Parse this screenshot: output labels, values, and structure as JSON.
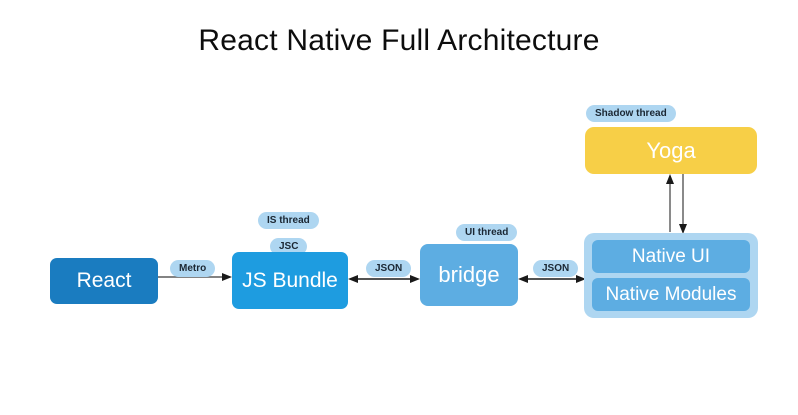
{
  "page": {
    "title": "React Native Full Architecture",
    "background": "#ffffff"
  },
  "colors": {
    "react_blue": "#1a7cc0",
    "jsbundle_blue": "#1e9ce0",
    "bridge_blue": "#5dade2",
    "yoga_yellow": "#f7cf47",
    "native_container_blue": "#aed6f1",
    "pill_blue": "#aed6f1",
    "arrow_gray": "#5a5a5a",
    "text_dark": "#0d0d0d",
    "text_light": "#ffffff"
  },
  "nodes": {
    "react": {
      "label": "React"
    },
    "js_bundle": {
      "label": "JS Bundle"
    },
    "bridge": {
      "label": "bridge"
    },
    "yoga": {
      "label": "Yoga"
    },
    "native": {
      "items": [
        {
          "label": "Native UI"
        },
        {
          "label": "Native Modules"
        }
      ]
    }
  },
  "labels": {
    "metro": "Metro",
    "is_thread": "IS thread",
    "jsc": "JSC",
    "ui_thread": "UI thread",
    "json_left": "JSON",
    "json_right": "JSON",
    "shadow_thread": "Shadow thread"
  },
  "connections": [
    {
      "name": "react-to-jsbundle",
      "from": "React",
      "to": "JS Bundle",
      "label": "Metro",
      "direction": "right"
    },
    {
      "name": "jsbundle-to-bridge",
      "from": "JS Bundle",
      "to": "bridge",
      "label": "JSON",
      "direction": "both"
    },
    {
      "name": "bridge-to-native",
      "from": "bridge",
      "to": "Native UI",
      "label": "JSON",
      "direction": "both"
    },
    {
      "name": "native-to-yoga",
      "from": "Native UI",
      "to": "Yoga",
      "label": "",
      "direction": "up"
    },
    {
      "name": "yoga-to-native",
      "from": "Yoga",
      "to": "Native UI",
      "label": "",
      "direction": "down"
    }
  ]
}
